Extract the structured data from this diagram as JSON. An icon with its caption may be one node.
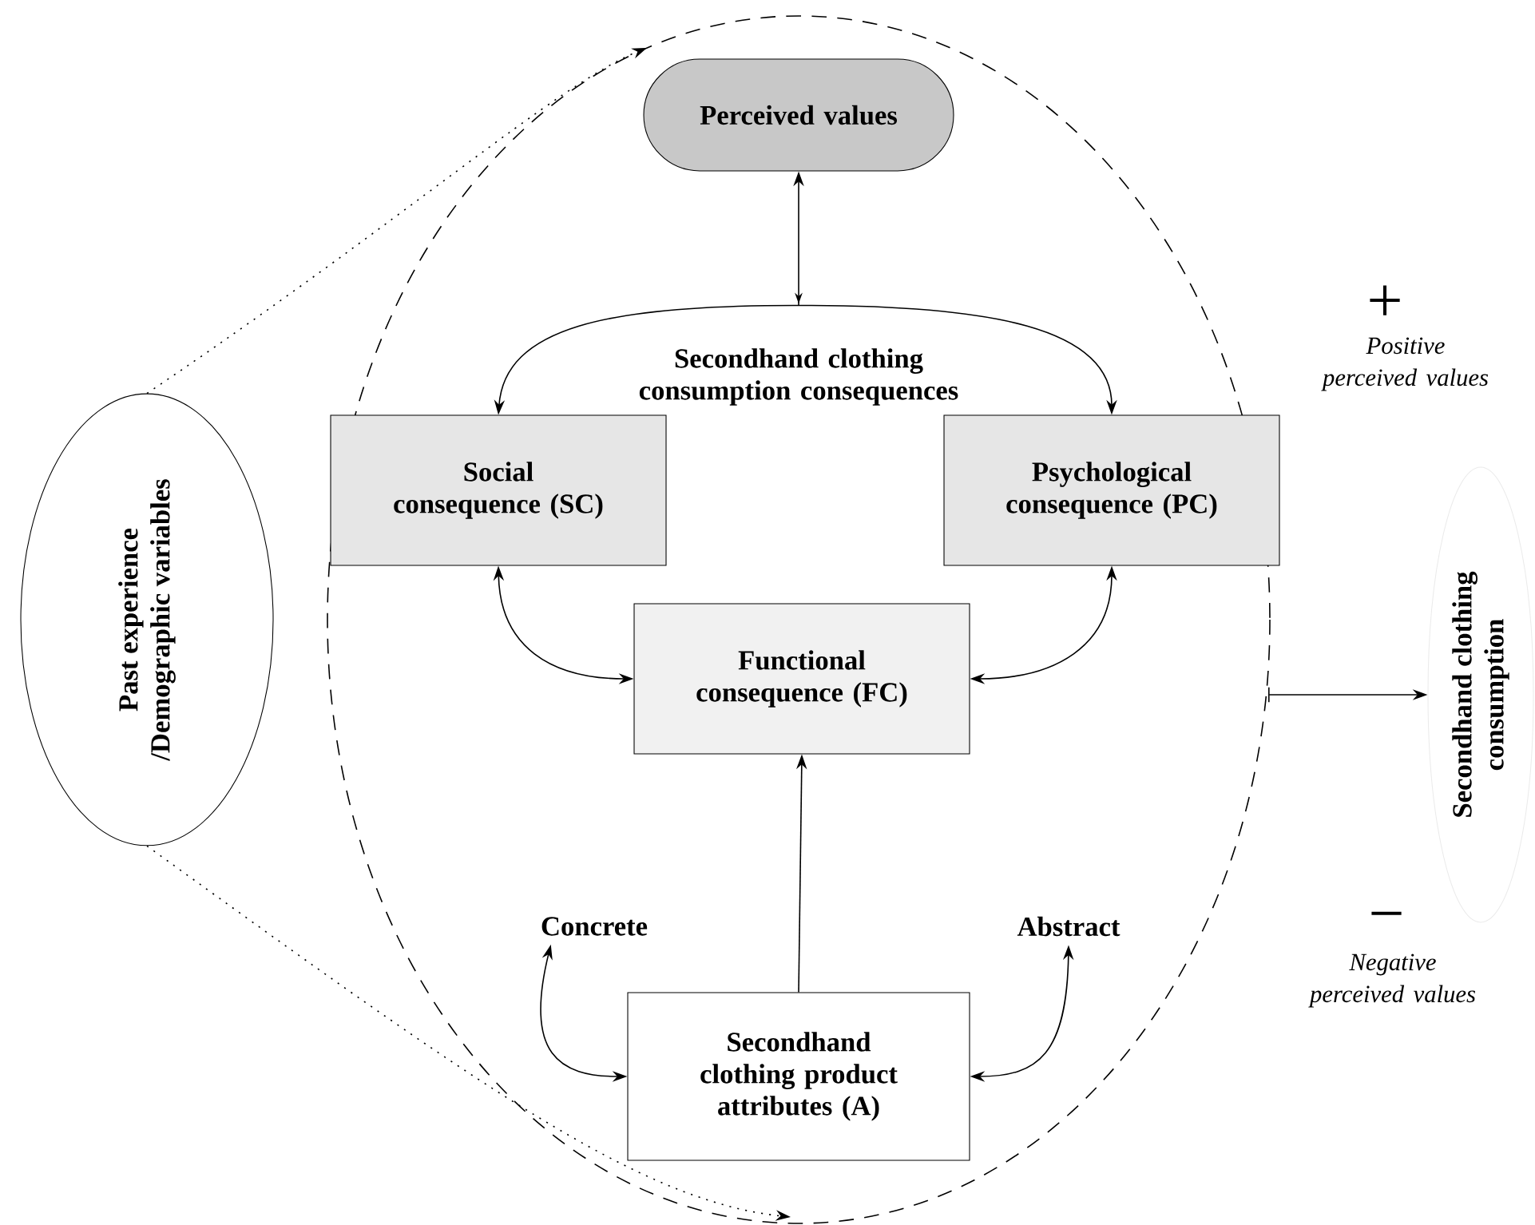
{
  "diagram": {
    "nodes": [
      {
        "text": [
          "Perceived values"
        ]
      },
      {
        "text": [
          "Social consequence (SC)"
        ]
      },
      {
        "text": [
          "Psychological consequence (PC)"
        ]
      },
      {
        "text": [
          "Functional consequence (FC)"
        ]
      },
      {
        "text": [
          "Secondhand clothing product attributes (A)"
        ]
      },
      {
        "text": [
          "Past experience /Demographic variables"
        ]
      },
      {
        "text": [
          "Secondhand clothing consumption"
        ]
      },
      {
        "text": [
          "Concrete"
        ]
      },
      {
        "text": [
          "Abstract"
        ]
      }
    ],
    "edges": [
      {
        "from": 0,
        "to": 1,
        "arrow": "both"
      },
      {
        "from": 0,
        "to": 2,
        "arrow": "both"
      },
      {
        "from": 1,
        "to": 3,
        "arrow": "both"
      },
      {
        "from": 2,
        "to": 3,
        "arrow": "both"
      },
      {
        "from": 4,
        "to": 3,
        "arrow": "to"
      },
      {
        "from": 4,
        "to": 7,
        "arrow": "both"
      },
      {
        "from": 4,
        "to": 8,
        "arrow": "both"
      },
      {
        "from": 5,
        "to": null,
        "arrow": "to",
        "style": "dashed"
      },
      {
        "from": 5,
        "to": null,
        "arrow": "to",
        "style": "dashed"
      },
      {
        "from": null,
        "to": 6,
        "arrow": "to"
      }
    ],
    "labels": [
      "Secondhand clothing consumption consequences",
      "+",
      "Positive perceived values",
      "−",
      "Negative perceived values"
    ]
  }
}
